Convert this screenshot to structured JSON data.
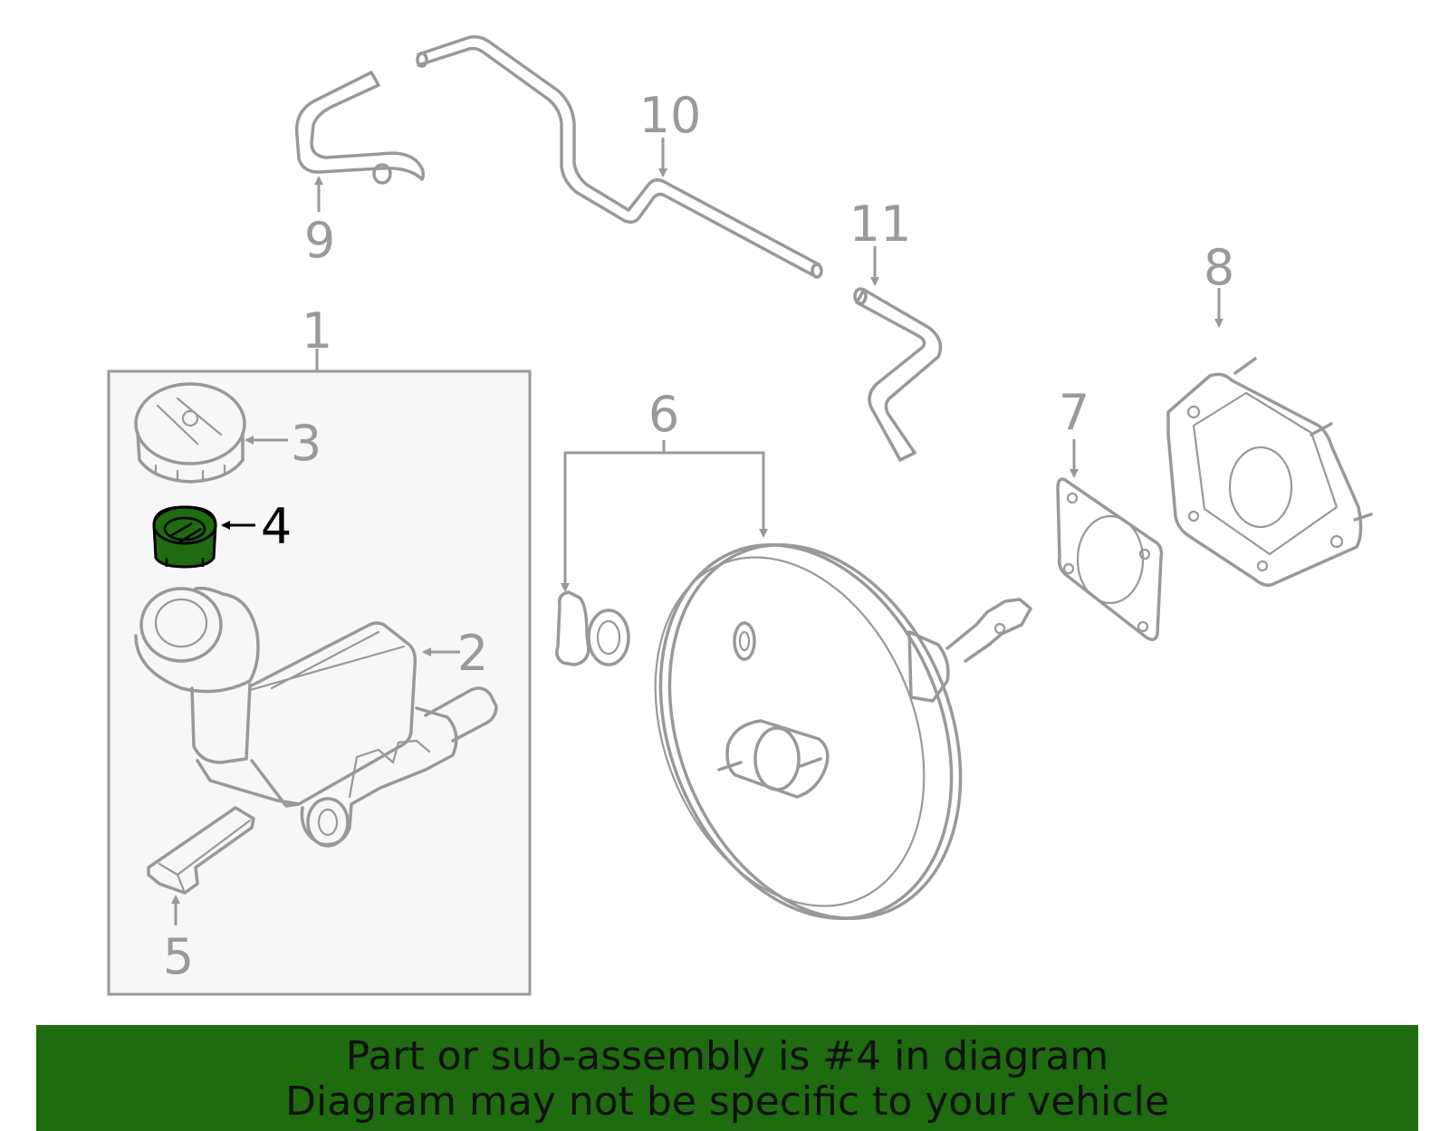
{
  "callouts": {
    "c1": "1",
    "c2": "2",
    "c3": "3",
    "c4": "4",
    "c5": "5",
    "c6": "6",
    "c7": "7",
    "c8": "8",
    "c9": "9",
    "c10": "10",
    "c11": "11"
  },
  "highlight": {
    "part": "4",
    "color": "#1f6b0f"
  },
  "banner": {
    "line1": "Part or sub-assembly is #4 in diagram",
    "line2": "Diagram may not be specific to your vehicle"
  },
  "colors": {
    "line": "#999999",
    "banner_bg": "#1f6b0f",
    "panel_bg": "#f7f7f7"
  }
}
